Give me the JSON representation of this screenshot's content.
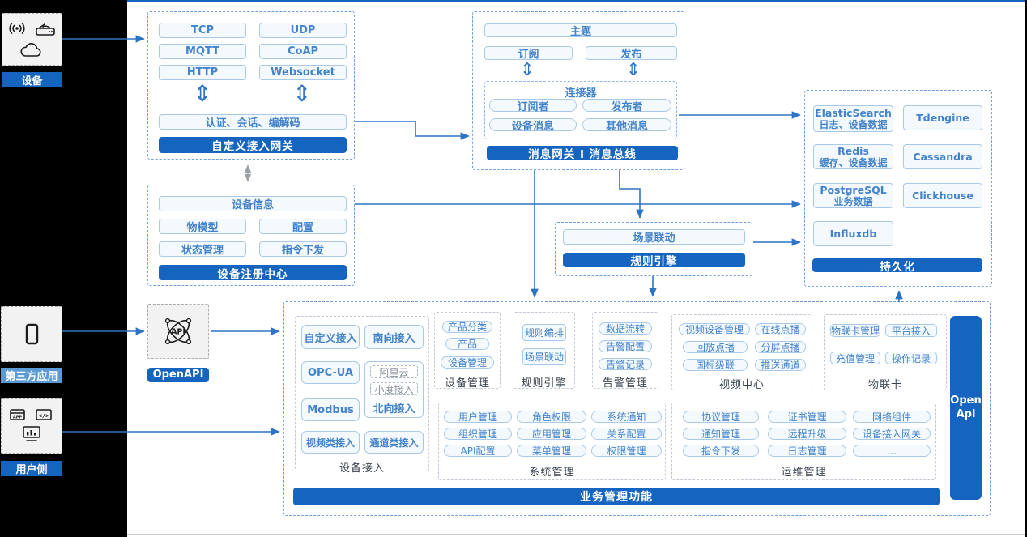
{
  "rails": {
    "device": "设备",
    "third_party": "第三方应用",
    "user_side": "用户侧"
  },
  "glyphs": {
    "double_arrow": "⇕"
  },
  "gateway": {
    "protocols": [
      "TCP",
      "UDP",
      "MQTT",
      "CoAP",
      "HTTP",
      "Websocket"
    ],
    "session_bar": "认证、会话、编解码",
    "title": "自定义接入网关"
  },
  "registry": {
    "device_info": "设备信息",
    "items": [
      "物模型",
      "配置",
      "状态管理",
      "指令下发"
    ],
    "title": "设备注册中心"
  },
  "bus": {
    "topic": "主题",
    "subscribe": "订阅",
    "publish": "发布",
    "connector": {
      "title": "连接器",
      "items": [
        "订阅者",
        "发布者",
        "设备消息",
        "其他消息"
      ]
    },
    "title": "消息网关 I 消息总线"
  },
  "rule_engine": {
    "scene": "场景联动",
    "title": "规则引擎"
  },
  "persistence": {
    "stores": [
      {
        "name": "ElasticSearch",
        "sub": "日志、设备数据"
      },
      {
        "name": "Tdengine",
        "sub": ""
      },
      {
        "name": "Redis",
        "sub": "缓存、设备数据"
      },
      {
        "name": "Cassandra",
        "sub": ""
      },
      {
        "name": "PostgreSQL",
        "sub": "业务数据"
      },
      {
        "name": "Clickhouse",
        "sub": ""
      },
      {
        "name": "Influxdb",
        "sub": ""
      }
    ],
    "title": "持久化"
  },
  "openapi": {
    "label": "OpenAPI"
  },
  "business": {
    "title": "业务管理功能",
    "open_api": "Open Api",
    "device_access": {
      "label": "设备接入",
      "col1": [
        "自定义接入",
        "OPC-UA",
        "Modbus",
        "视频类接入"
      ],
      "col2_top": "南向接入",
      "north_group": {
        "dashed": [
          "阿里云",
          "小度接入"
        ],
        "label": "北向接入"
      },
      "col2_bottom": "通道类接入"
    },
    "device_mgmt": {
      "label": "设备管理",
      "pills": [
        "产品分类",
        "产品",
        "设备管理"
      ]
    },
    "rule": {
      "label": "规则引擎",
      "pills": [
        "规则编排",
        "场景联动"
      ]
    },
    "alarm": {
      "label": "告警管理",
      "pills": [
        "数据流转",
        "告警配置",
        "告警记录"
      ]
    },
    "video": {
      "label": "视频中心",
      "pills": [
        "视频设备管理",
        "在线点播",
        "回放点播",
        "分屏点播",
        "国标级联",
        "推送通道"
      ]
    },
    "iot_card": {
      "label": "物联卡",
      "pills": [
        "物联卡管理",
        "平台接入",
        "充值管理",
        "操作记录"
      ]
    },
    "system": {
      "label": "系统管理",
      "pills": [
        "用户管理",
        "角色权限",
        "系统通知",
        "组织管理",
        "应用管理",
        "关系配置",
        "API配置",
        "菜单管理",
        "权限管理"
      ]
    },
    "ops": {
      "label": "运维管理",
      "pills": [
        "协议管理",
        "证书管理",
        "网络组件",
        "通知管理",
        "远程升级",
        "设备接入网关",
        "指令下发",
        "日志管理",
        "..."
      ]
    }
  }
}
